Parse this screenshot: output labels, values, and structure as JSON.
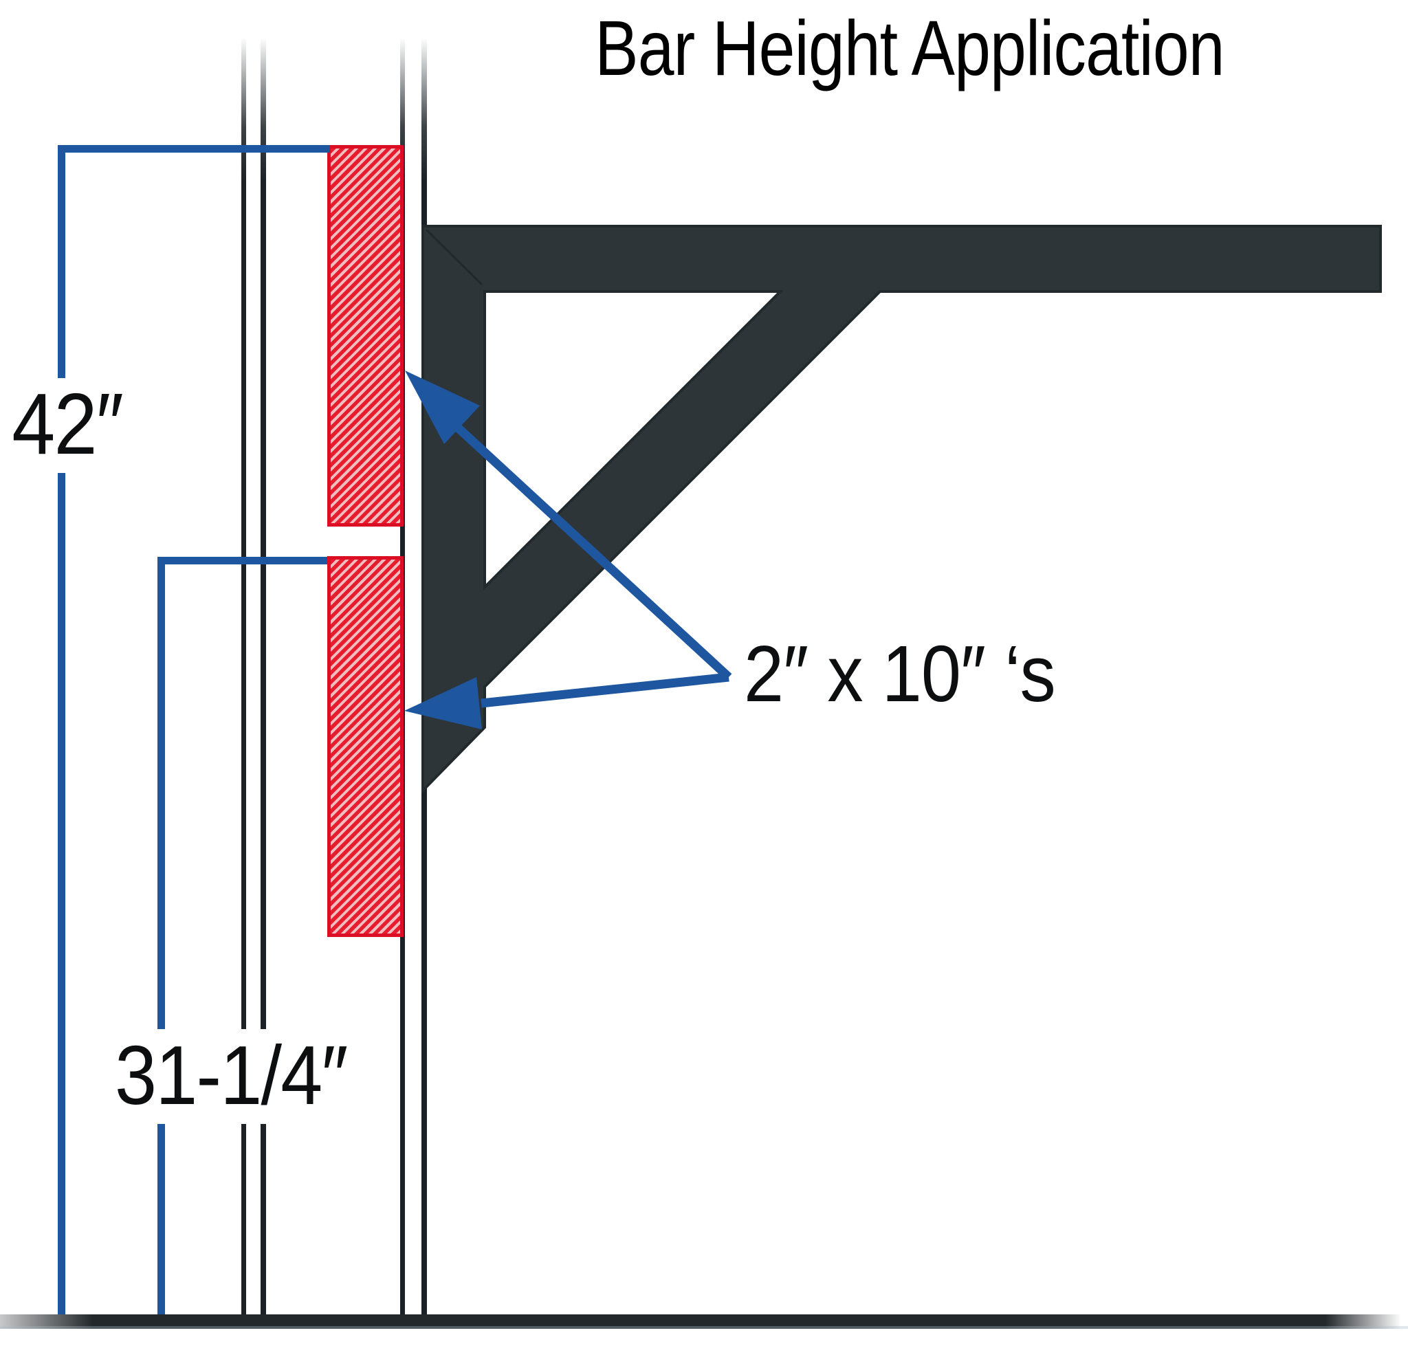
{
  "title": "Bar Height Application",
  "dimensions": {
    "total_height": "42″",
    "counter_height": "31-1/4″"
  },
  "annotations": {
    "lumber_label": "2″ x 10″ ‘s"
  },
  "colors": {
    "dimension_blue": "#1e56a0",
    "lumber_red": "#e71d2e",
    "lumber_hatch_pink": "#f2bcc0",
    "bracket_dark": "#2e3539",
    "bracket_edge": "#232a2e",
    "wall_line_dark": "#1b2125",
    "floor_dark": "#23282b",
    "text_black": "#0c0e10"
  }
}
